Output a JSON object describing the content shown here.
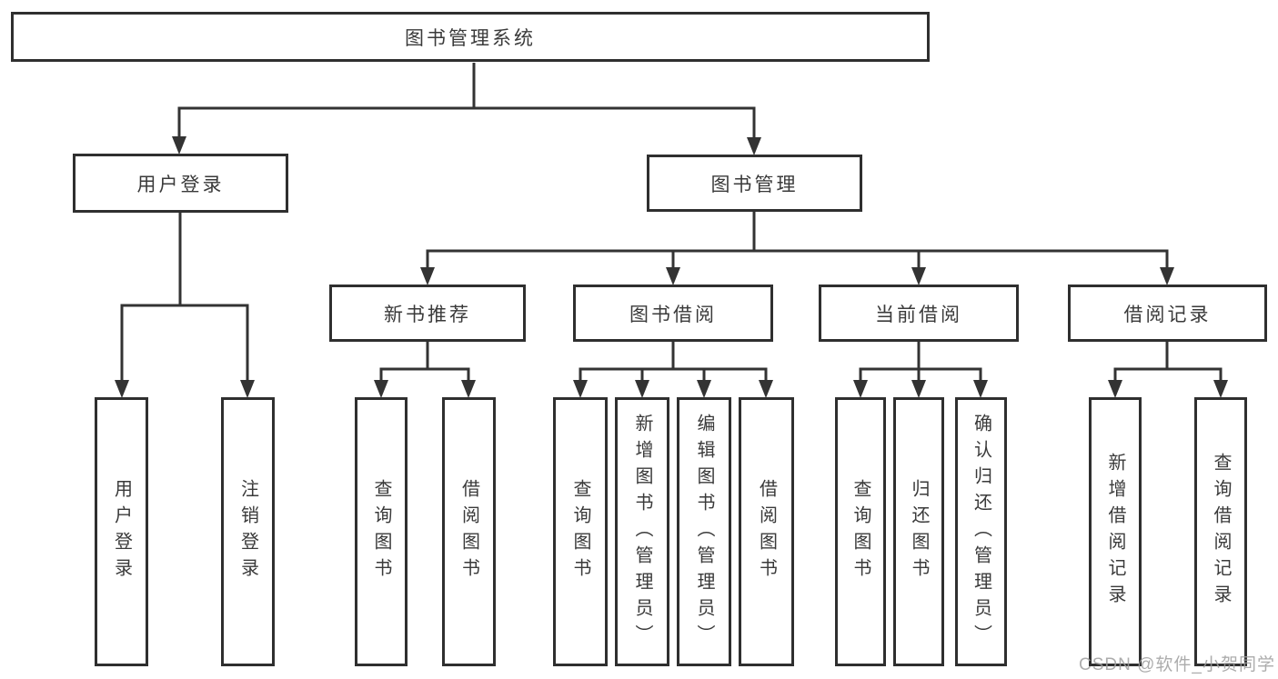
{
  "diagram": {
    "root": {
      "label": "图书管理系统"
    },
    "level1": [
      {
        "label": "用户登录"
      },
      {
        "label": "图书管理"
      }
    ],
    "level2": [
      {
        "label": "新书推荐",
        "parent": "图书管理"
      },
      {
        "label": "图书借阅",
        "parent": "图书管理"
      },
      {
        "label": "当前借阅",
        "parent": "图书管理"
      },
      {
        "label": "借阅记录",
        "parent": "图书管理"
      }
    ],
    "leaves": [
      {
        "label": "用户登录",
        "parent": "用户登录"
      },
      {
        "label": "注销登录",
        "parent": "用户登录"
      },
      {
        "label": "查询图书",
        "parent": "新书推荐"
      },
      {
        "label": "借阅图书",
        "parent": "新书推荐"
      },
      {
        "label": "查询图书",
        "parent": "图书借阅"
      },
      {
        "label": "新增图书（管理员）",
        "parent": "图书借阅"
      },
      {
        "label": "编辑图书（管理员）",
        "parent": "图书借阅"
      },
      {
        "label": "借阅图书",
        "parent": "图书借阅"
      },
      {
        "label": "查询图书",
        "parent": "当前借阅"
      },
      {
        "label": "归还图书",
        "parent": "当前借阅"
      },
      {
        "label": "确认归还（管理员）",
        "parent": "当前借阅"
      },
      {
        "label": "新增借阅记录",
        "parent": "借阅记录"
      },
      {
        "label": "查询借阅记录",
        "parent": "借阅记录"
      }
    ]
  },
  "watermark": "CSDN @软件_小贺同学",
  "colors": {
    "line": "#333333",
    "box_border": "#2f2f2f",
    "text": "#3a3a3a",
    "watermark": "#9e9e9e",
    "background": "#ffffff"
  }
}
